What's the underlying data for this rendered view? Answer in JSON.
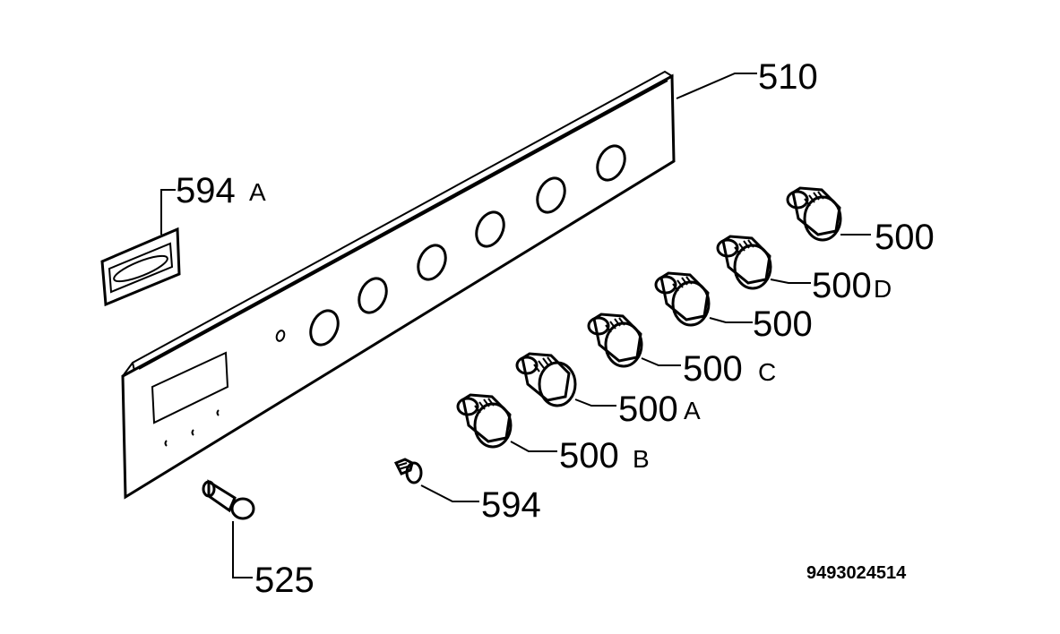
{
  "parts": {
    "p510": "510",
    "p594a": "594",
    "p594a_suffix": "A",
    "p500_top": "500",
    "p500d": "500",
    "p500d_suffix": "D",
    "p500_mid": "500",
    "p500c": "500",
    "p500c_suffix": "C",
    "p500a": "500",
    "p500a_suffix": "A",
    "p500b": "500",
    "p500b_suffix": "B",
    "p594": "594",
    "p525": "525"
  },
  "drawing_number": "9493024514"
}
